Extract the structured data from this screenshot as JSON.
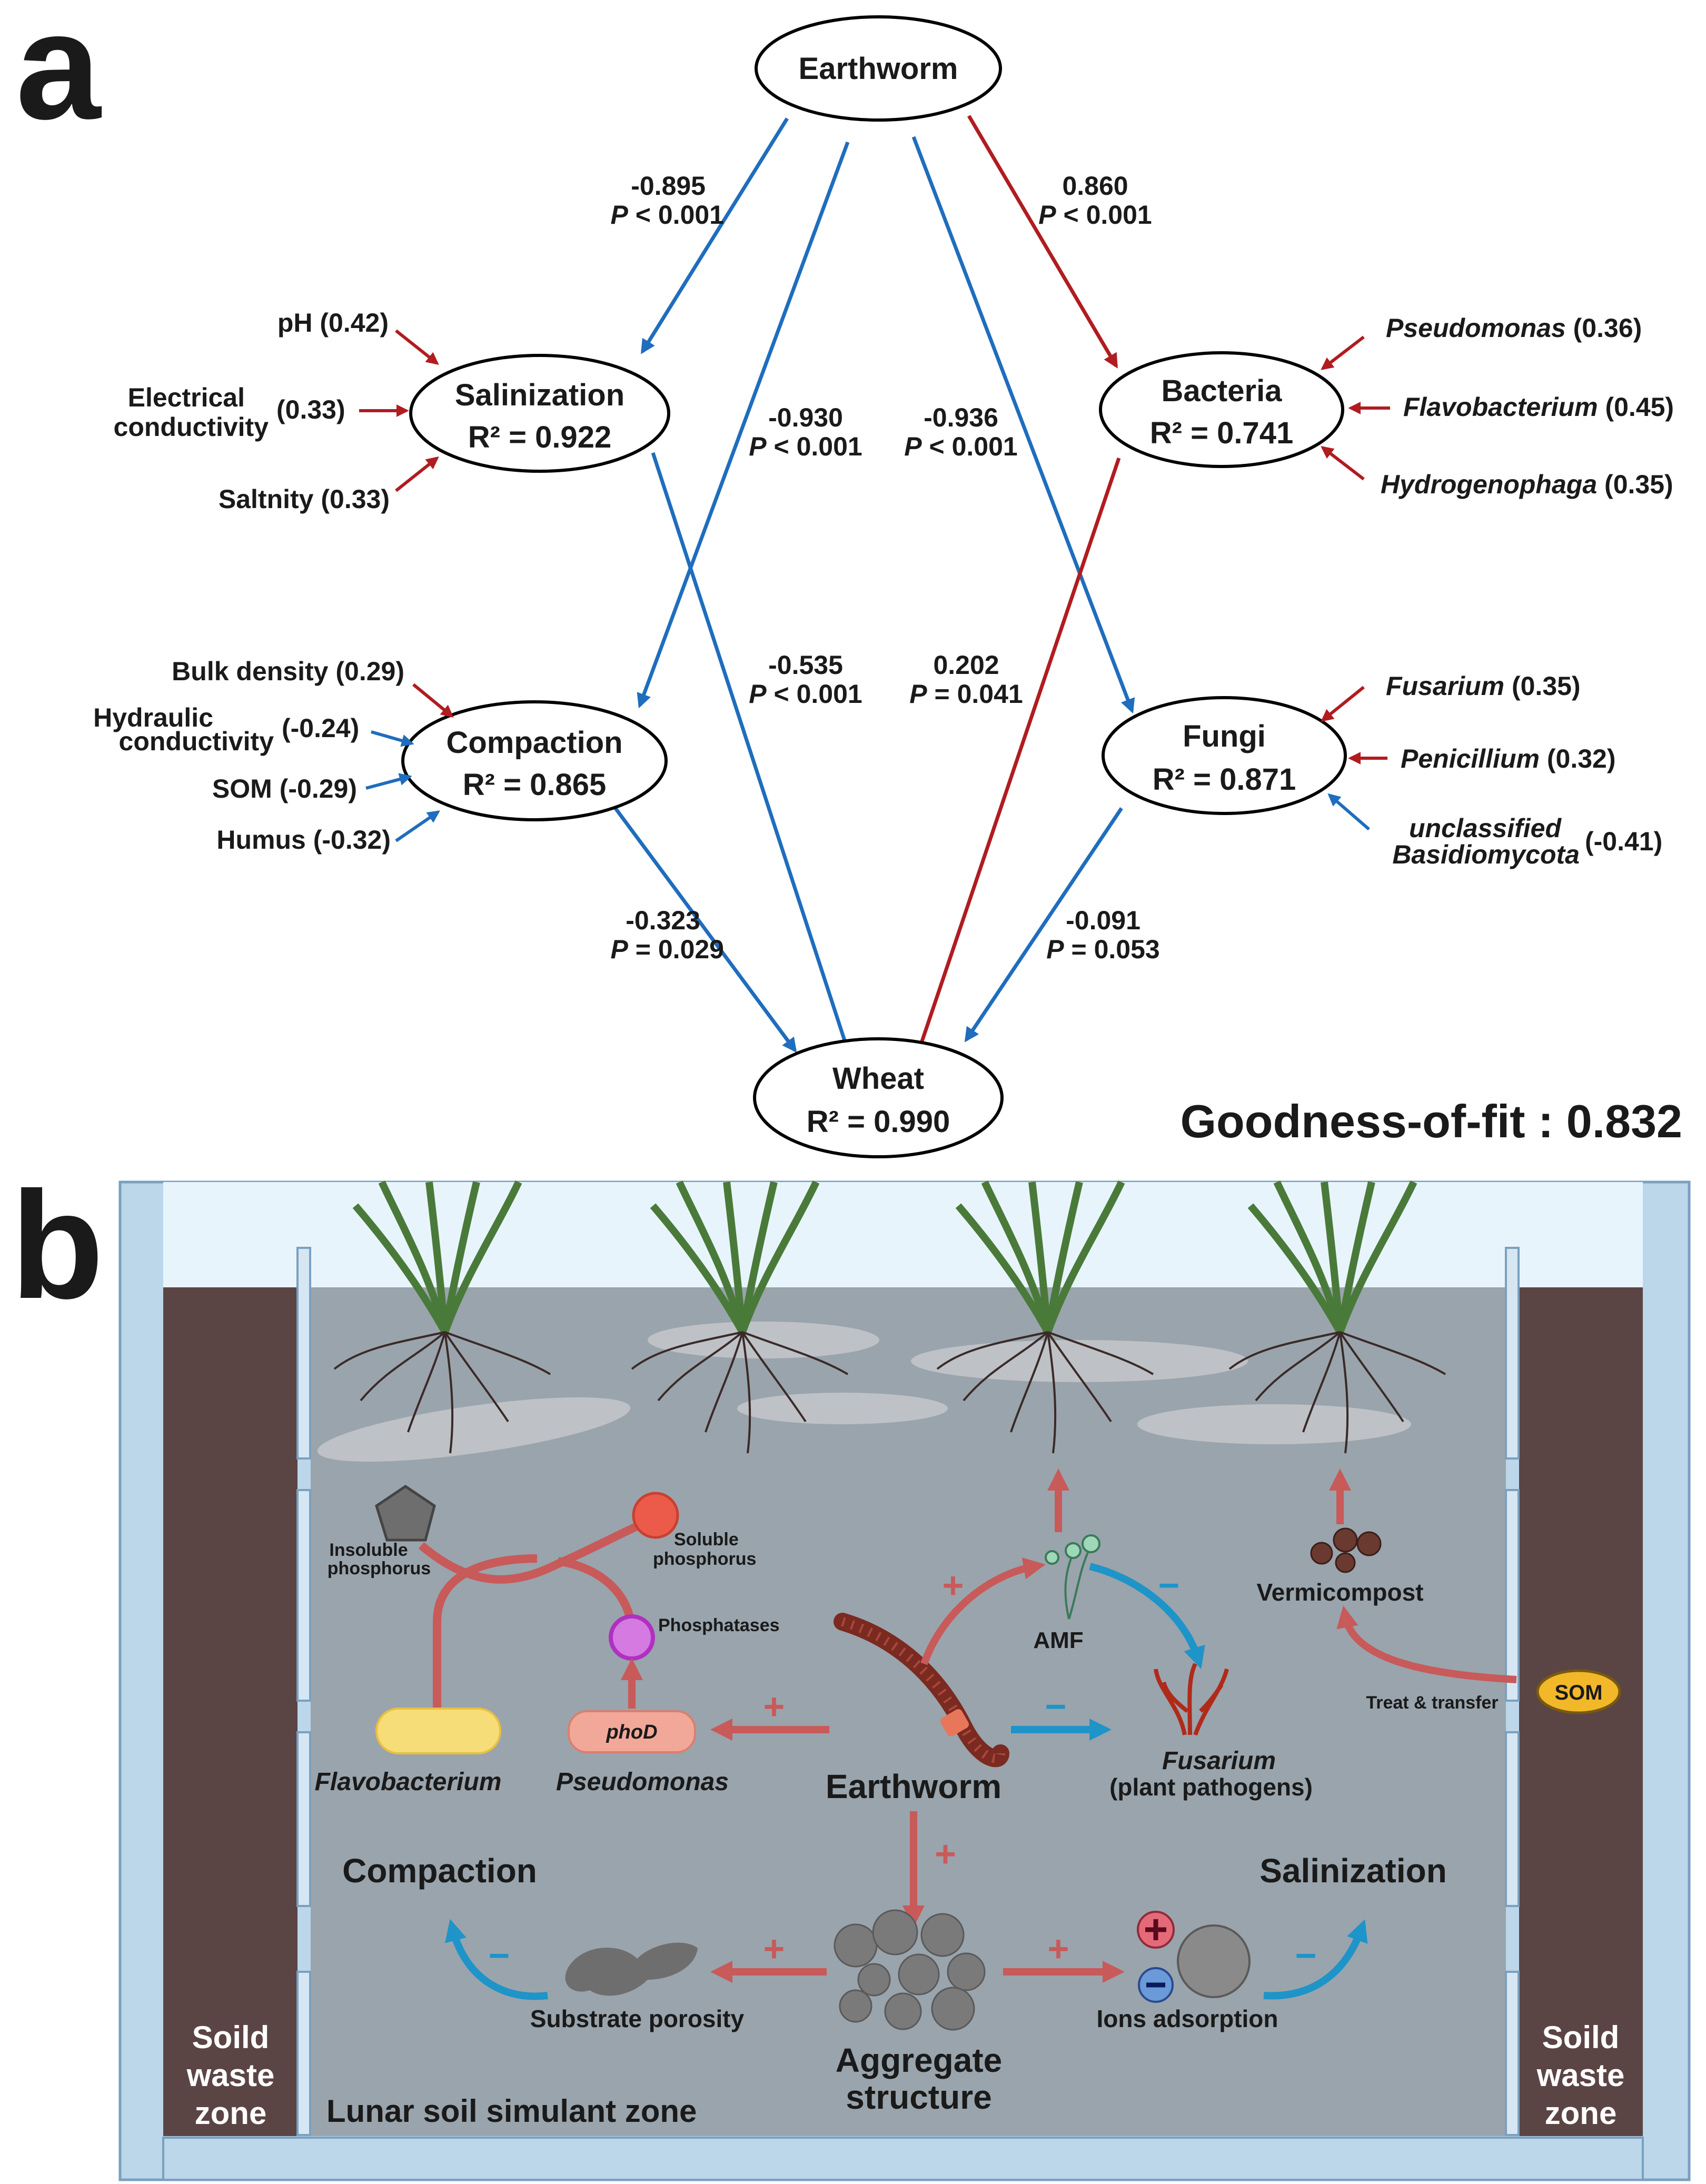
{
  "panel_a": {
    "letter": "a",
    "nodes": {
      "earthworm": "Earthworm",
      "salinization": {
        "name": "Salinization",
        "r2": "R² = 0.922"
      },
      "compaction": {
        "name": "Compaction",
        "r2": "R² = 0.865"
      },
      "bacteria": {
        "name": "Bacteria",
        "r2": "R² = 0.741"
      },
      "fungi": {
        "name": "Fungi",
        "r2": "R² = 0.871"
      },
      "wheat": {
        "name": "Wheat",
        "r2": "R² = 0.990"
      }
    },
    "paths": [
      {
        "from": "Earthworm",
        "to": "Salinization",
        "coef": "-0.895",
        "p_label": "P",
        "p_value": "< 0.001",
        "sign": "negative"
      },
      {
        "from": "Earthworm",
        "to": "Bacteria",
        "coef": "0.860",
        "p_label": "P",
        "p_value": "< 0.001",
        "sign": "positive"
      },
      {
        "from": "Earthworm",
        "to": "Compaction",
        "coef": "-0.930",
        "p_label": "P",
        "p_value": "< 0.001",
        "sign": "negative"
      },
      {
        "from": "Earthworm",
        "to": "Fungi",
        "coef": "-0.936",
        "p_label": "P",
        "p_value": "< 0.001",
        "sign": "negative"
      },
      {
        "from": "Salinization",
        "to": "Wheat",
        "coef": "-0.535",
        "p_label": "P",
        "p_value": "< 0.001",
        "sign": "negative"
      },
      {
        "from": "Bacteria",
        "to": "Wheat",
        "coef": "0.202",
        "p_label": "P",
        "p_value": "= 0.041",
        "sign": "positive"
      },
      {
        "from": "Compaction",
        "to": "Wheat",
        "coef": "-0.323",
        "p_label": "P",
        "p_value": "= 0.029",
        "sign": "negative"
      },
      {
        "from": "Fungi",
        "to": "Wheat",
        "coef": "-0.091",
        "p_label": "P",
        "p_value": "= 0.053",
        "sign": "negative"
      }
    ],
    "indicators": {
      "salinization": [
        {
          "name": "pH",
          "value": "(0.42)",
          "sign": "positive"
        },
        {
          "name_line1": "Electrical",
          "name_line2": "conductivity",
          "value": "(0.33)",
          "sign": "positive"
        },
        {
          "name": "Saltnity",
          "value": "(0.33)",
          "sign": "positive"
        }
      ],
      "compaction": [
        {
          "name": "Bulk density",
          "value": "(0.29)",
          "sign": "positive"
        },
        {
          "name_line1": "Hydraulic",
          "name_line2": "conductivity",
          "value": "(-0.24)",
          "sign": "negative"
        },
        {
          "name": "SOM",
          "value": "(-0.29)",
          "sign": "negative"
        },
        {
          "name": "Humus",
          "value": "(-0.32)",
          "sign": "negative"
        }
      ],
      "bacteria": [
        {
          "name": "Pseudomonas",
          "value": "(0.36)",
          "sign": "positive"
        },
        {
          "name": "Flavobacterium",
          "value": "(0.45)",
          "sign": "positive"
        },
        {
          "name": "Hydrogenophaga",
          "value": "(0.35)",
          "sign": "positive"
        }
      ],
      "fungi": [
        {
          "name": "Fusarium",
          "value": "(0.35)",
          "sign": "positive"
        },
        {
          "name": "Penicillium",
          "value": "(0.32)",
          "sign": "positive"
        },
        {
          "name_line1": "unclassified",
          "name_line2": "Basidiomycota",
          "value": "(-0.41)",
          "sign": "negative"
        }
      ]
    },
    "goodness_of_fit": "Goodness-of-fit : 0.832",
    "colors": {
      "positive": "#b01c20",
      "negative": "#1f6dbd"
    }
  },
  "panel_b": {
    "letter": "b",
    "labels": {
      "insoluble_p_1": "Insoluble",
      "insoluble_p_2": "phosphorus",
      "soluble_p_1": "Soluble",
      "soluble_p_2": "phosphorus",
      "phosphatases": "Phosphatases",
      "phod": "phoD",
      "flavobacterium": "Flavobacterium",
      "pseudomonas": "Pseudomonas",
      "earthworm": "Earthworm",
      "amf": "AMF",
      "fusarium": "Fusarium",
      "plant_pathogens": "(plant pathogens)",
      "vermicompost": "Vermicompost",
      "som": "SOM",
      "treat_transfer": "Treat & transfer",
      "compaction": "Compaction",
      "salinization": "Salinization",
      "substrate_porosity": "Substrate porosity",
      "ions_adsorption": "Ions adsorption",
      "aggregate_1": "Aggregate",
      "aggregate_2": "structure",
      "lunar_zone": "Lunar soil simulant zone",
      "waste_left_1": "Soild",
      "waste_left_2": "waste",
      "waste_left_3": "zone",
      "waste_right_1": "Soild",
      "waste_right_2": "waste",
      "waste_right_3": "zone",
      "plus": "+",
      "minus": "−"
    },
    "colors": {
      "soil": "#9aa4ac",
      "waste": "#5b4544",
      "frame": "#bcd6ea",
      "promote": "#c85a5a",
      "inhibit": "#1e94c8",
      "sky": "#e8f4fb"
    }
  }
}
